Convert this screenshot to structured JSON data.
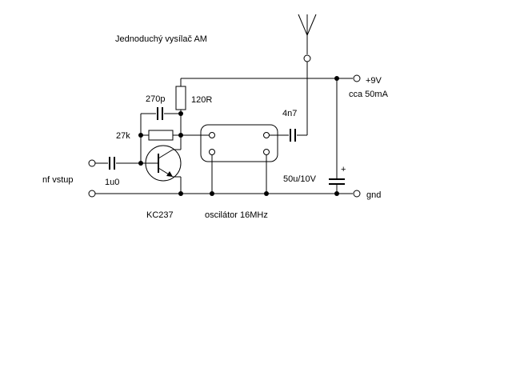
{
  "title": "Jednoduchý vysílač AM",
  "labels": {
    "supply_voltage": "+9V",
    "supply_current": "cca 50mA",
    "ground": "gnd",
    "input": "nf vstup",
    "transistor": "KC237",
    "oscillator": "oscilátor 16MHz",
    "capacitor_feedback": "270p",
    "resistor_collector": "120R",
    "resistor_bias": "27k",
    "capacitor_input": "1u0",
    "capacitor_output": "4n7",
    "capacitor_filter": "50u/10V",
    "polarity_plus": "+"
  },
  "colors": {
    "ink": "#000000",
    "background": "#ffffff"
  }
}
